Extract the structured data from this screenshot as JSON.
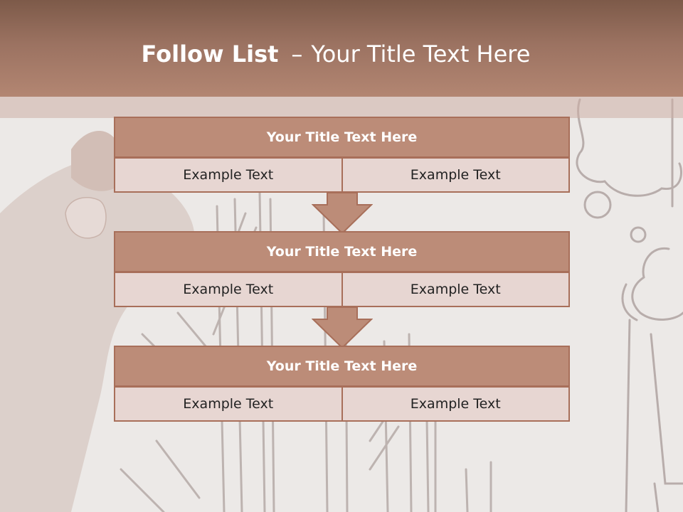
{
  "title": {
    "bold": "Follow List",
    "separator": "–",
    "rest": "Your Title Text Here"
  },
  "colors": {
    "header": "#9b7261",
    "block_title": "#bc8c78",
    "block_cell": "#e7d6d2",
    "border": "#a86f5a"
  },
  "blocks": [
    {
      "title": "Your Title Text Here",
      "cells": [
        "Example Text",
        "Example Text"
      ]
    },
    {
      "title": "Your Title Text Here",
      "cells": [
        "Example Text",
        "Example Text"
      ]
    },
    {
      "title": "Your Title Text Here",
      "cells": [
        "Example Text",
        "Example Text"
      ]
    }
  ],
  "connectors": [
    "down-arrow",
    "down-arrow"
  ]
}
